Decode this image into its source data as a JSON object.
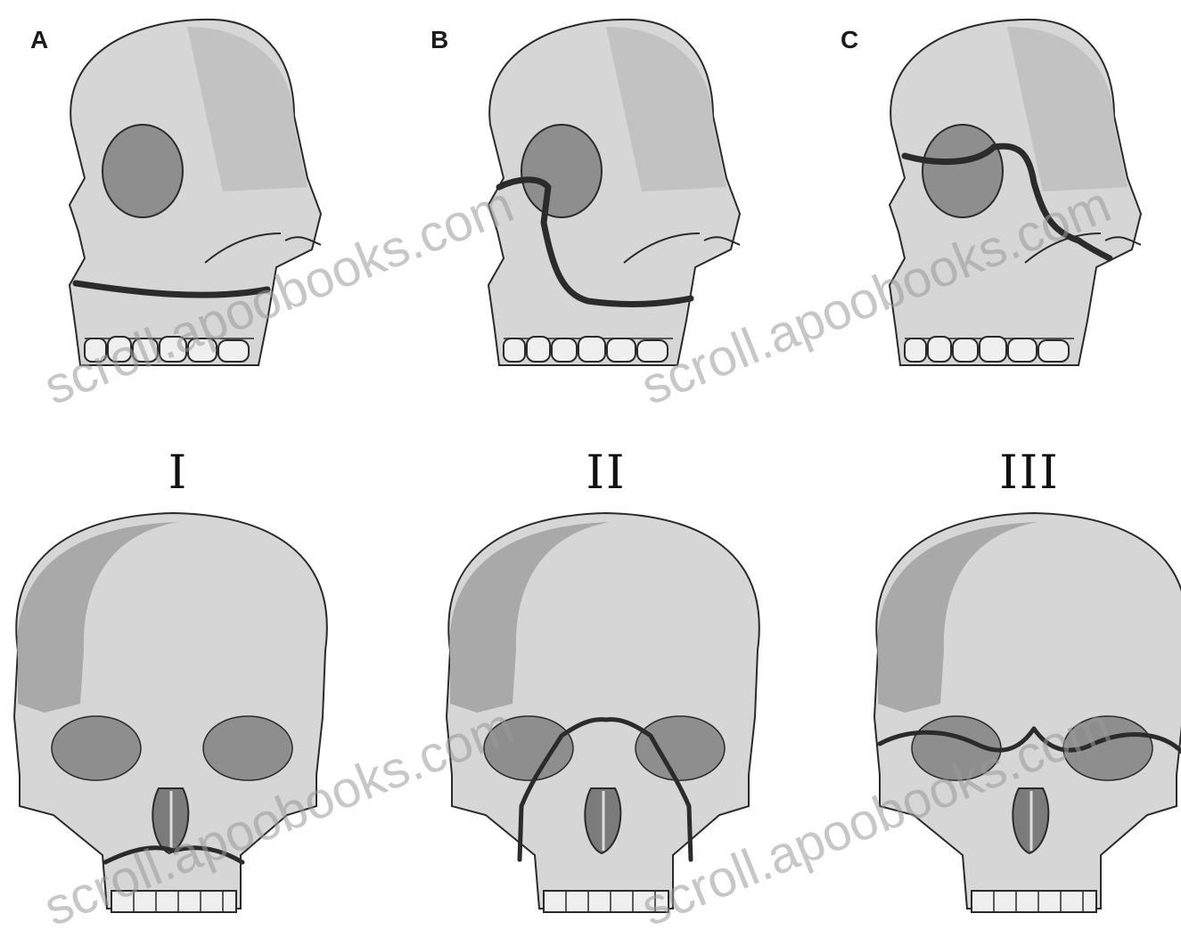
{
  "panels": [
    {
      "letter": "A",
      "numeral": "I"
    },
    {
      "letter": "B",
      "numeral": "II"
    },
    {
      "letter": "C",
      "numeral": "III"
    }
  ],
  "watermark": "scroll.apoobooks.com",
  "colors": {
    "background": "#ffffff",
    "bone": "#d9d9d9",
    "bone_shade": "#bdbdbd",
    "orbit": "#8f8f8f",
    "fracture": "#2b2b2b"
  }
}
